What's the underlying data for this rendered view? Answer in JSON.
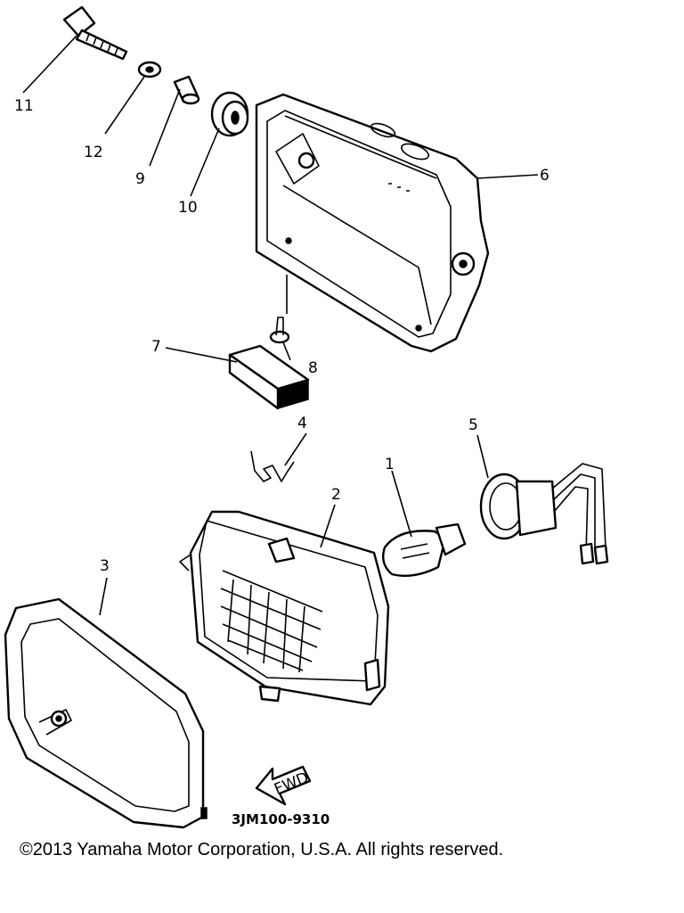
{
  "callouts": [
    {
      "id": "c1",
      "label": "1"
    },
    {
      "id": "c2",
      "label": "2"
    },
    {
      "id": "c3",
      "label": "3"
    },
    {
      "id": "c4",
      "label": "4"
    },
    {
      "id": "c5",
      "label": "5"
    },
    {
      "id": "c6",
      "label": "6"
    },
    {
      "id": "c7",
      "label": "7"
    },
    {
      "id": "c8",
      "label": "8"
    },
    {
      "id": "c9",
      "label": "9"
    },
    {
      "id": "c10",
      "label": "10"
    },
    {
      "id": "c11",
      "label": "11"
    },
    {
      "id": "c12",
      "label": "12"
    }
  ],
  "fwd_label": "FWD",
  "diagram_code": "3JM100-9310",
  "copyright": "©2013 Yamaha Motor Corporation, U.S.A. All rights reserved."
}
